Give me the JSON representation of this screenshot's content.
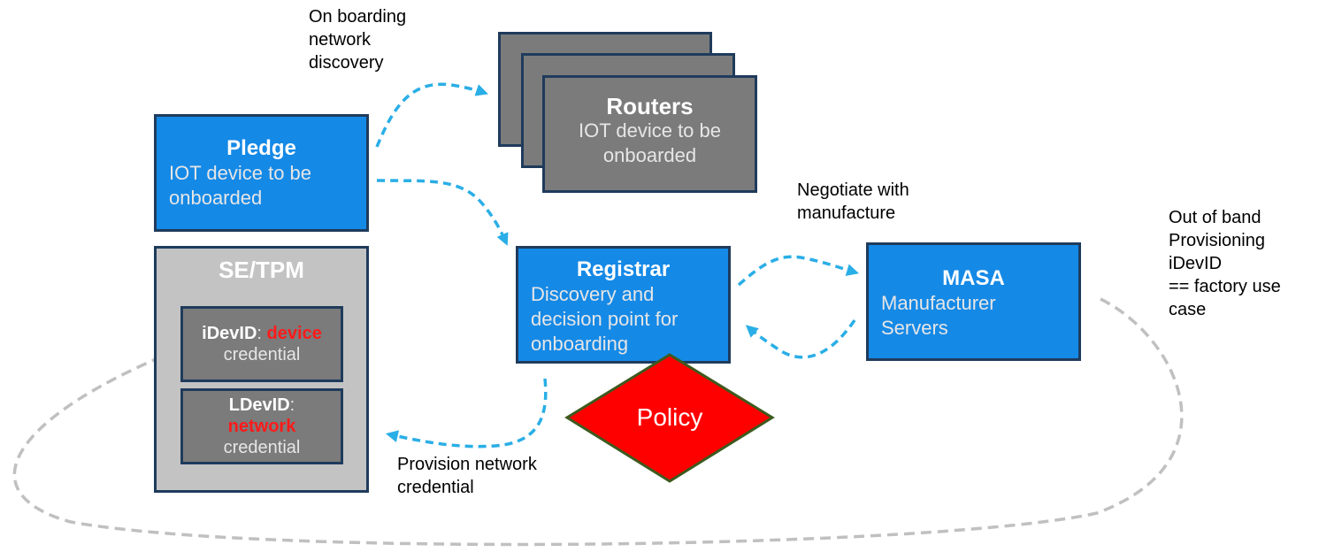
{
  "colors": {
    "primary_box": "#1589e6",
    "secondary_box": "#7b7b7b",
    "container_box": "#c3c3c3",
    "border": "#1f3b5c",
    "arrow": "#2aaee6",
    "oob_arrow": "#c0c0c0",
    "policy_fill": "#ff0000",
    "policy_border": "#3d5a1e",
    "highlight_text": "#ff1a1a"
  },
  "labels": {
    "onboarding": [
      "On boarding",
      "network",
      "discovery"
    ],
    "negotiate": [
      "Negotiate with",
      "manufacture"
    ],
    "out_of_band": [
      "Out of band",
      "Provisioning",
      "iDevID",
      "== factory use",
      "case"
    ],
    "provision": [
      "Provision network",
      "credential"
    ]
  },
  "nodes": {
    "pledge": {
      "title": "Pledge",
      "desc": [
        "IOT device to be",
        "onboarded"
      ]
    },
    "routers": {
      "title": "Routers",
      "desc": [
        "IOT device to be",
        "onboarded"
      ]
    },
    "registrar": {
      "title": "Registrar",
      "desc": [
        "Discovery and",
        "decision point for",
        "onboarding"
      ]
    },
    "masa": {
      "title": "MASA",
      "desc": [
        "Manufacturer",
        "Servers"
      ]
    },
    "se_tpm": {
      "title": "SE/TPM",
      "idevid": {
        "name": "iDevID",
        "colon": ":",
        "highlight": "device",
        "rest": "credential"
      },
      "ldevid": {
        "name": "LDevID",
        "colon": ":",
        "highlight": "network",
        "rest": "credential"
      }
    },
    "policy": {
      "label": "Policy"
    }
  },
  "icons": [
    "arrow-head-icon"
  ]
}
